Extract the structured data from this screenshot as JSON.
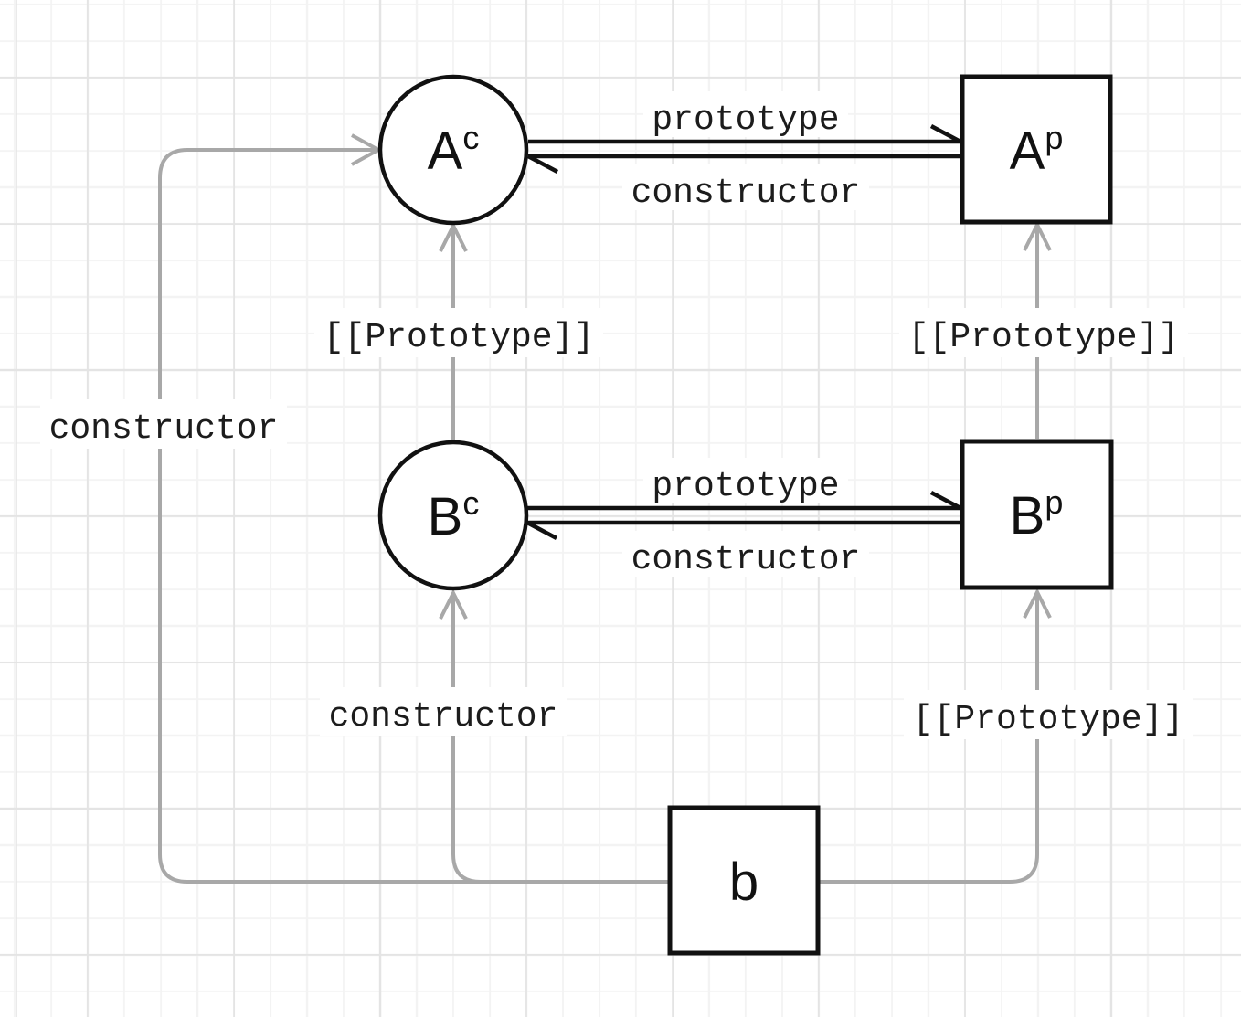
{
  "diagram": {
    "colors": {
      "background": "#ffffff",
      "grid_minor": "#f3f3f3",
      "grid_major": "#e4e4e4",
      "node_stroke": "#111111",
      "edge_black": "#111111",
      "edge_gray": "#a8a8a8",
      "label_text": "#1c1c1c"
    },
    "nodes": [
      {
        "id": "a-constructor",
        "shape": "circle",
        "base": "A",
        "sup": "c"
      },
      {
        "id": "a-prototype",
        "shape": "square",
        "base": "A",
        "sup": "p"
      },
      {
        "id": "b-constructor",
        "shape": "circle",
        "base": "B",
        "sup": "c"
      },
      {
        "id": "b-prototype",
        "shape": "square",
        "base": "B",
        "sup": "p"
      },
      {
        "id": "b-instance",
        "shape": "square",
        "base": "b",
        "sup": ""
      }
    ],
    "edge_labels": {
      "a_prototype": "prototype",
      "a_constructor": "constructor",
      "b_prototype": "prototype",
      "b_constructor": "constructor",
      "proto_left": "[[Prototype]]",
      "proto_right_top": "[[Prototype]]",
      "proto_right_bottom": "[[Prototype]]",
      "constructor_left": "constructor",
      "constructor_mid": "constructor"
    }
  }
}
